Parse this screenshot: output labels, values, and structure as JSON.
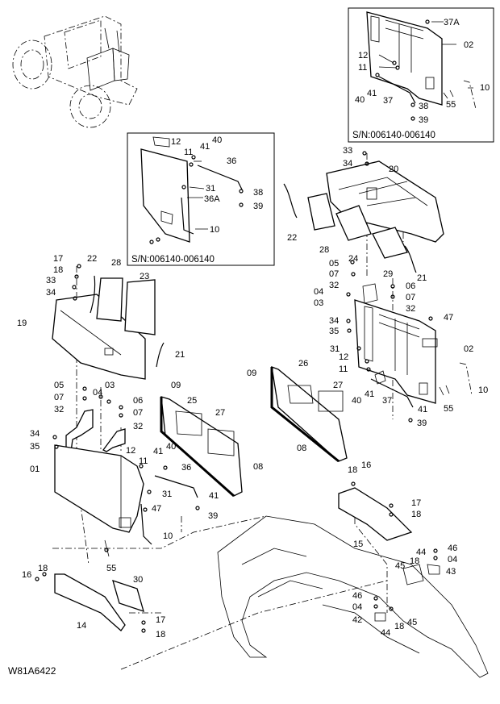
{
  "drawing_id": "W81A6422",
  "inset_top_caption": "S/N:006140-006140",
  "inset_left_caption": "S/N:006140-006140",
  "labels": {
    "l_37A": "37A",
    "l_02a": "02",
    "l_12a": "12",
    "l_11a": "11",
    "l_10a": "10",
    "l_40a": "40",
    "l_41a": "41",
    "l_37a": "37",
    "l_55a": "55",
    "l_38a": "38",
    "l_39a": "39",
    "l_12b": "12",
    "l_11b": "11",
    "l_41b": "41",
    "l_40b": "40",
    "l_36b": "36",
    "l_31b": "31",
    "l_36Ab": "36A",
    "l_38b": "38",
    "l_39b": "39",
    "l_10b": "10",
    "l_33c": "33",
    "l_34c": "34",
    "l_20c": "20",
    "l_22c": "22",
    "l_28c": "28",
    "l_24c": "24",
    "l_29c": "29",
    "l_21c": "21",
    "l_05c": "05",
    "l_07c": "07",
    "l_32c": "32",
    "l_06c": "06",
    "l_07c2": "07",
    "l_04c": "04",
    "l_03c": "03",
    "l_32c2": "32",
    "l_47c": "47",
    "l_34c2": "34",
    "l_35c": "35",
    "l_31c": "31",
    "l_02c": "02",
    "l_12c": "12",
    "l_11c": "11",
    "l_10c": "10",
    "l_40c": "40",
    "l_41c": "41",
    "l_37c": "37",
    "l_41c2": "41",
    "l_55c": "55",
    "l_39c": "39",
    "l_09c": "09",
    "l_26c": "26",
    "l_27c": "27",
    "l_08c": "08",
    "l_17d": "17",
    "l_22d": "22",
    "l_28d": "28",
    "l_23d": "23",
    "l_18d": "18",
    "l_33d": "33",
    "l_34d": "34",
    "l_19d": "19",
    "l_21d": "21",
    "l_05d": "05",
    "l_03d": "03",
    "l_07d": "07",
    "l_04d": "04",
    "l_32d": "32",
    "l_06d": "06",
    "l_07d2": "07",
    "l_32d2": "32",
    "l_34d2": "34",
    "l_35d": "35",
    "l_09d": "09",
    "l_25d": "25",
    "l_27d": "27",
    "l_01d": "01",
    "l_12d": "12",
    "l_11d": "11",
    "l_41d": "41",
    "l_40d": "40",
    "l_36d": "36",
    "l_31d": "31",
    "l_41d2": "41",
    "l_47d": "47",
    "l_08d": "08",
    "l_39d": "39",
    "l_10d": "10",
    "l_55d": "55",
    "l_18e": "18",
    "l_16e": "16",
    "l_17e": "17",
    "l_18e2": "18",
    "l_15e": "15",
    "l_44e": "44",
    "l_46e": "46",
    "l_04e": "04",
    "l_18e3": "18",
    "l_43e": "43",
    "l_45e": "45",
    "l_46e2": "46",
    "l_04e2": "04",
    "l_42e": "42",
    "l_18e4": "18",
    "l_45e2": "45",
    "l_44e2": "44",
    "l_30f": "30",
    "l_16f": "16",
    "l_18f": "18",
    "l_14f": "14",
    "l_17f": "17",
    "l_18f2": "18"
  }
}
